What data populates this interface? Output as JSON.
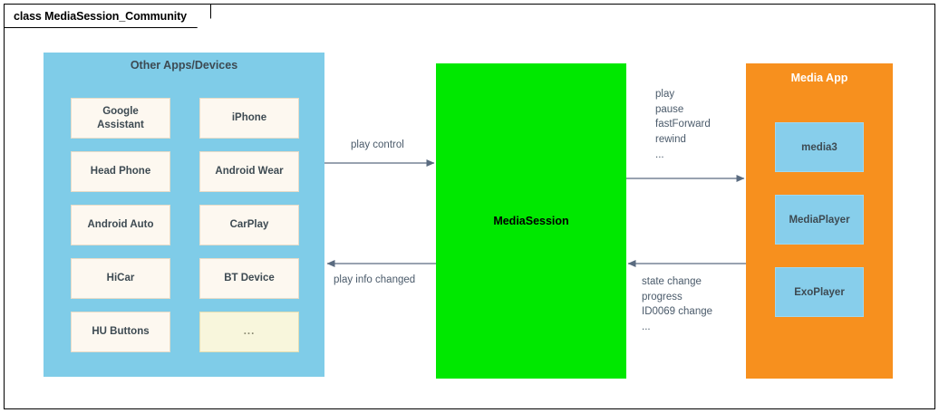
{
  "frame": {
    "title": "class MediaSession_Community"
  },
  "left_group": {
    "title": "Other Apps/Devices",
    "items": [
      {
        "label": "Google\nAssistant",
        "style": "normal"
      },
      {
        "label": "iPhone",
        "style": "normal"
      },
      {
        "label": "Head Phone",
        "style": "normal"
      },
      {
        "label": "Android Wear",
        "style": "normal"
      },
      {
        "label": "Android Auto",
        "style": "normal"
      },
      {
        "label": "CarPlay",
        "style": "normal"
      },
      {
        "label": "HiCar",
        "style": "normal"
      },
      {
        "label": "BT Device",
        "style": "normal"
      },
      {
        "label": "HU Buttons",
        "style": "normal"
      },
      {
        "label": "...",
        "style": "ellipsis"
      }
    ]
  },
  "center_group": {
    "title": "MediaSession"
  },
  "right_group": {
    "title": "Media App",
    "items": [
      {
        "label": "media3"
      },
      {
        "label": "MediaPlayer"
      },
      {
        "label": "ExoPlayer"
      }
    ]
  },
  "arrows": [
    {
      "name": "play-control",
      "label": "play control",
      "direction": "right",
      "from": "left_group",
      "to": "center_group"
    },
    {
      "name": "play-info-changed",
      "label": "play info changed",
      "direction": "left",
      "from": "center_group",
      "to": "left_group"
    },
    {
      "name": "media-commands",
      "label": "play\npause\nfastForward\nrewind\n...",
      "direction": "right",
      "from": "center_group",
      "to": "right_group"
    },
    {
      "name": "player-events",
      "label": "state change\nprogress\nID0069 change\n...",
      "direction": "left",
      "from": "right_group",
      "to": "center_group"
    }
  ],
  "colors": {
    "left_panel": "#7FCCE8",
    "center_panel": "#00E800",
    "right_panel": "#F7901E",
    "device_box": "#FDF8F0",
    "ellipsis_box": "#F8F6DC",
    "player_box": "#87CEEB",
    "arrow": "#5A6B80",
    "frame_border": "#000000",
    "text_dark": "#3d4a52",
    "label_text": "#4a5a6a"
  }
}
